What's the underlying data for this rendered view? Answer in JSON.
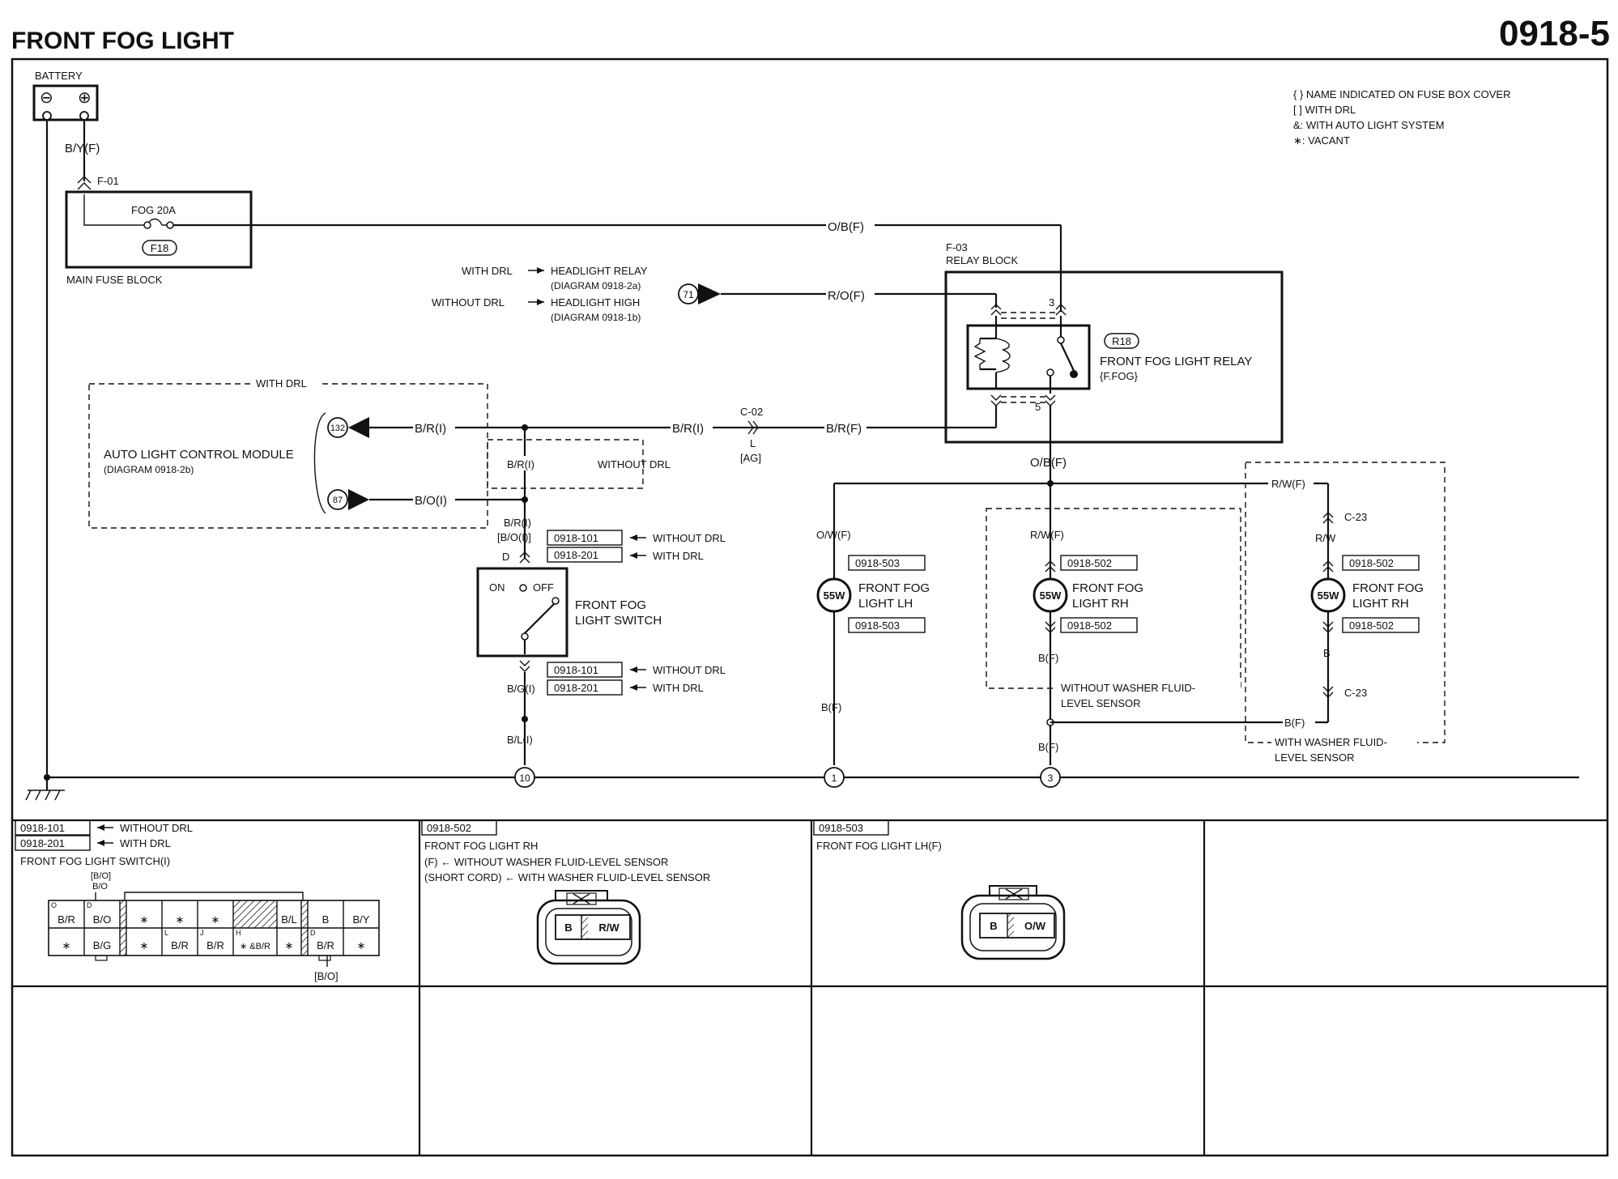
{
  "header": {
    "title": "FRONT FOG LIGHT",
    "code": "0918-5"
  },
  "legend": {
    "line1": "{ } NAME INDICATED ON FUSE BOX COVER",
    "line2": "[ ] WITH DRL",
    "line3": "&: WITH AUTO LIGHT  SYSTEM",
    "line4": "∗: VACANT"
  },
  "battery": {
    "label": "BATTERY",
    "minus": "⊖",
    "plus": "⊕"
  },
  "fuse_block": {
    "wire_in": "B/Y(F)",
    "connector": "F-01",
    "fuse": "FOG 20A",
    "fuse_id": "F18",
    "label": "MAIN FUSE BLOCK",
    "wire_out": "O/B(F)"
  },
  "relay_block": {
    "connector": "F-03",
    "label": "RELAY BLOCK",
    "pin3": "3",
    "pin5": "5",
    "relay_id": "R18",
    "relay_name": "FRONT FOG LIGHT RELAY",
    "relay_short": "{F.FOG}",
    "wire_out": "O/B(F)"
  },
  "headlight": {
    "with_drl": "WITH DRL",
    "with_drl_target": "HEADLIGHT RELAY",
    "with_drl_diag": "(DIAGRAM 0918-2a)",
    "without_drl": "WITHOUT DRL",
    "without_drl_target": "HEADLIGHT HIGH",
    "without_drl_diag": "(DIAGRAM 0918-1b)",
    "terminal": "71",
    "wire": "R/O(F)"
  },
  "auto_light": {
    "group": "WITH DRL",
    "name": "AUTO LIGHT CONTROL MODULE",
    "diag": "(DIAGRAM 0918-2b)",
    "terminal_a": "132",
    "terminal_b": "87",
    "wire_a": "B/R(I)",
    "wire_b": "B/O(I)",
    "wire_mid": "B/R(I)",
    "wire_relay": "B/R(F)",
    "connector": "C-02",
    "conn_pin": "L",
    "conn_ag": "[AG]",
    "without_drl": "WITHOUT DRL",
    "wire_vert": "B/R(I)"
  },
  "fog_switch": {
    "wire_top": "B/R(I)",
    "wire_top_drl": "[B/O(I)]",
    "pin_d": "D",
    "ref1": "0918-101",
    "ref2": "0918-201",
    "ref1_note": "WITHOUT DRL",
    "ref2_note": "WITH DRL",
    "on": "ON",
    "off": "OFF",
    "name1": "FRONT FOG",
    "name2": "LIGHT SWITCH",
    "wire_bottom": "B/G(I)",
    "wire_ground": "B/L(I)",
    "ground_id": "10"
  },
  "lamp_lh": {
    "wire_top": "O/W(F)",
    "ref": "0918-503",
    "watt": "55W",
    "name1": "FRONT FOG",
    "name2": "LIGHT LH",
    "wire_bottom": "B(F)",
    "ground_id": "1"
  },
  "lamp_rh_short": {
    "wire_top": "R/W(F)",
    "ref": "0918-502",
    "watt": "55W",
    "name1": "FRONT FOG",
    "name2": "LIGHT RH",
    "wire_bottom": "B(F)",
    "wire_ground": "B(F)",
    "ground_id": "3",
    "group1": "WITHOUT WASHER FLUID-",
    "group2": "LEVEL SENSOR"
  },
  "lamp_rh_long": {
    "wire_top": "R/W(F)",
    "connector": "C-23",
    "wire_mid": "R/W",
    "ref": "0918-502",
    "watt": "55W",
    "name1": "FRONT FOG",
    "name2": "LIGHT RH",
    "wire_bottom": "B",
    "connector2": "C-23",
    "wire_ground": "B(F)",
    "group1": "WITH WASHER FLUID-",
    "group2": "LEVEL SENSOR"
  },
  "connectors": {
    "sw": {
      "ref1": "0918-101",
      "ref1_note": "WITHOUT DRL",
      "ref2": "0918-201",
      "ref2_note": "WITH DRL",
      "title": "FRONT FOG LIGHT SWITCH(I)",
      "top_note1": "[B/O]",
      "top_note2": "B/O",
      "pin_o": "O",
      "pin_d": "D",
      "pin_l": "L",
      "pin_j": "J",
      "pin_h": "H",
      "row1": [
        "B/R",
        "B/O",
        "",
        "∗",
        "∗",
        "∗",
        "",
        "B/L",
        "B",
        "B/Y"
      ],
      "row2": [
        "∗",
        "B/G",
        "",
        "∗",
        "B/R",
        "B/R",
        "∗ &B/R",
        "∗",
        "B/R",
        "∗"
      ],
      "bottom_note": "[B/O]"
    },
    "rh": {
      "ref": "0918-502",
      "title": "FRONT FOG LIGHT RH",
      "note1": "(F) ← WITHOUT WASHER FLUID-LEVEL SENSOR",
      "note2": "(SHORT CORD) ← WITH WASHER FLUID-LEVEL SENSOR",
      "pin_a": "B",
      "pin_b": "R/W"
    },
    "lh": {
      "ref": "0918-503",
      "title": "FRONT FOG LIGHT LH(F)",
      "pin_a": "B",
      "pin_b": "O/W"
    }
  }
}
